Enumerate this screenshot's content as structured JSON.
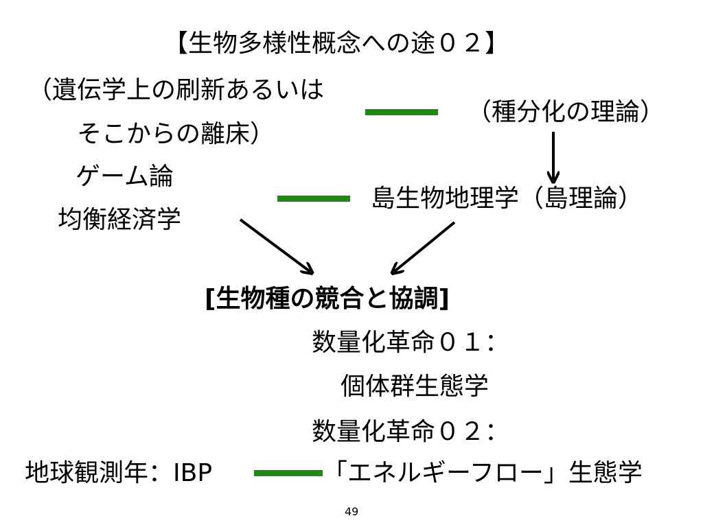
{
  "slide": {
    "title": "【生物多様性概念への途０２】",
    "genetics_line1": "（遺伝学上の刷新あるいは",
    "genetics_line2": "そこからの離床）",
    "speciation": "（種分化の理論）",
    "game_theory": "ゲーム論",
    "equilibrium_economics": "均衡経済学",
    "island_biogeography": "島生物地理学（島理論）",
    "competition_cooperation": "[生物種の競合と協調]",
    "quant_rev_01": "数量化革命０１：",
    "population_ecology": "個体群生態学",
    "quant_rev_02": "数量化革命０２：",
    "ibp": "地球観測年：IBP",
    "energy_flow_ecology": "「エネルギーフロー」生態学",
    "page_number": "49"
  },
  "colors": {
    "connector_green": "#1e8a14",
    "arrow": "#000000",
    "text": "#000000",
    "background": "#ffffff"
  }
}
